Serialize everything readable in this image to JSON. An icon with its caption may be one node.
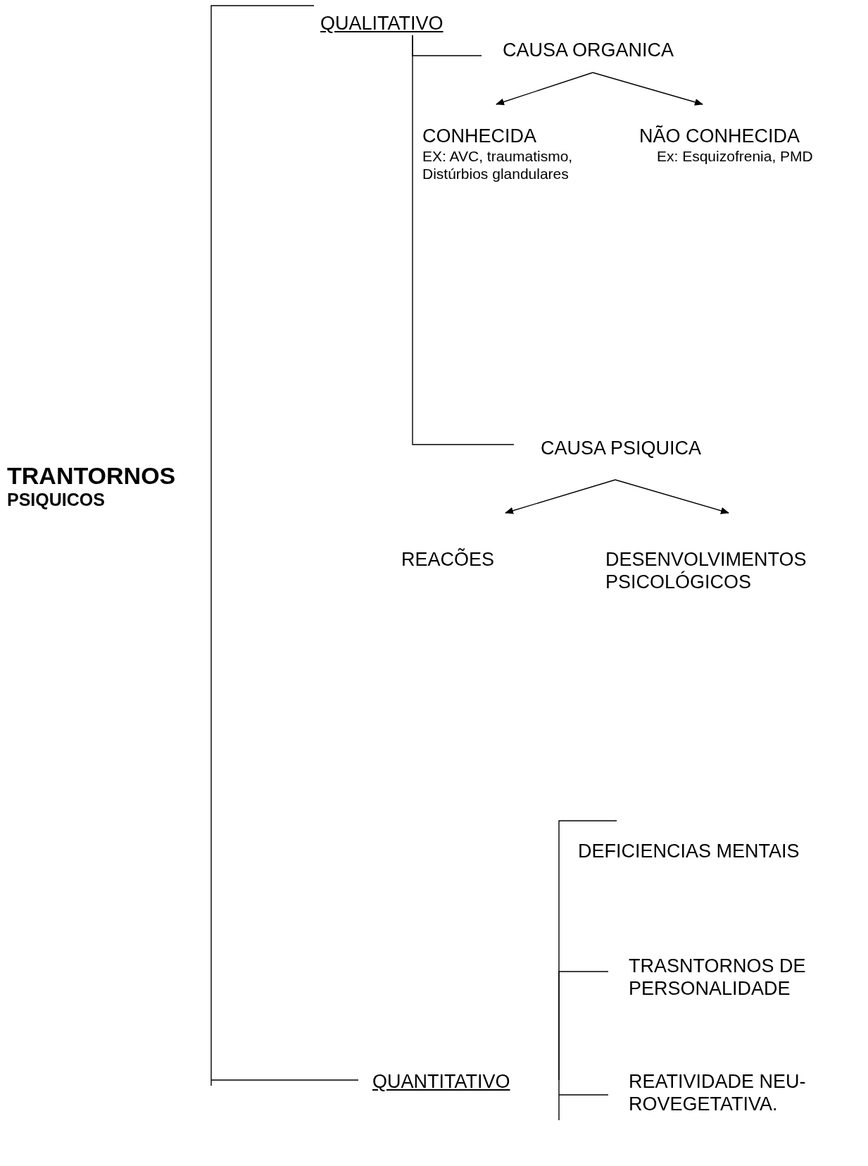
{
  "diagram": {
    "nodes": [
      {
        "text": [
          "TRANTORNOS",
          "PSIQUICOS"
        ]
      },
      {
        "text": [
          "QUALITATIVO"
        ]
      },
      {
        "text": [
          "CAUSA ORGANICA"
        ]
      },
      {
        "text": [
          "CONHECIDA",
          "EX: AVC, traumatismo, Distúrbios glandulares"
        ]
      },
      {
        "text": [
          "NÃO CONHECIDA",
          "Ex: Esquizofrenia, PMD"
        ]
      },
      {
        "text": [
          "CAUSA PSIQUICA"
        ]
      },
      {
        "text": [
          "REACÕES"
        ]
      },
      {
        "text": [
          "DESENVOLVIMENTOS PSICOLÓGICOS"
        ]
      },
      {
        "text": [
          "QUANTITATIVO"
        ]
      },
      {
        "text": [
          "DEFICIENCIAS MENTAIS"
        ]
      },
      {
        "text": [
          "TRASNTORNOS DE PERSONALIDADE"
        ]
      },
      {
        "text": [
          "REATIVIDADE NEU- ROVEGETATIVA."
        ]
      }
    ],
    "edges": [
      {
        "from": 0,
        "to": 1,
        "arrow": "none"
      },
      {
        "from": 0,
        "to": 8,
        "arrow": "none"
      },
      {
        "from": 1,
        "to": 2,
        "arrow": "none"
      },
      {
        "from": 1,
        "to": 5,
        "arrow": "none"
      },
      {
        "from": 2,
        "to": 3,
        "arrow": "to"
      },
      {
        "from": 2,
        "to": 4,
        "arrow": "to"
      },
      {
        "from": 5,
        "to": 6,
        "arrow": "to"
      },
      {
        "from": 5,
        "to": 7,
        "arrow": "to"
      },
      {
        "from": 8,
        "to": 9,
        "arrow": "none"
      },
      {
        "from": 8,
        "to": 10,
        "arrow": "none"
      },
      {
        "from": 8,
        "to": 11,
        "arrow": "none"
      }
    ]
  }
}
